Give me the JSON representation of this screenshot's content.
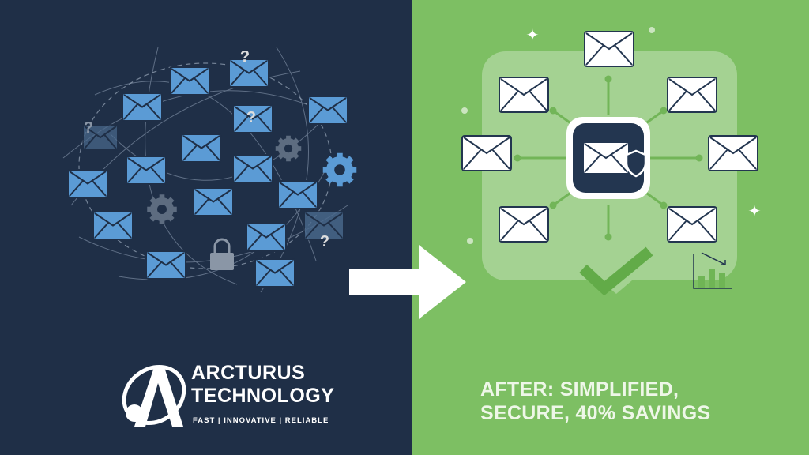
{
  "brand": {
    "name_line1": "ARCTURUS",
    "name_line2": "TECHNOLOGY",
    "tagline": "FAST | INNOVATIVE | RELIABLE"
  },
  "after": {
    "line1": "AFTER: SIMPLIFIED,",
    "line2": "SECURE, 40% SAVINGS"
  },
  "colors": {
    "navy": "#1f2f47",
    "green": "#7dbf63",
    "envelope_blue": "#5b9bd5",
    "white": "#ffffff"
  },
  "icons": {
    "left": [
      "envelope-icon",
      "gear-icon",
      "lock-icon",
      "question-mark-icon"
    ],
    "right": [
      "envelope-icon",
      "shield-icon",
      "checkmark-icon",
      "bar-chart-down-icon",
      "sparkle-icon"
    ],
    "transition": "arrow-right-icon"
  }
}
